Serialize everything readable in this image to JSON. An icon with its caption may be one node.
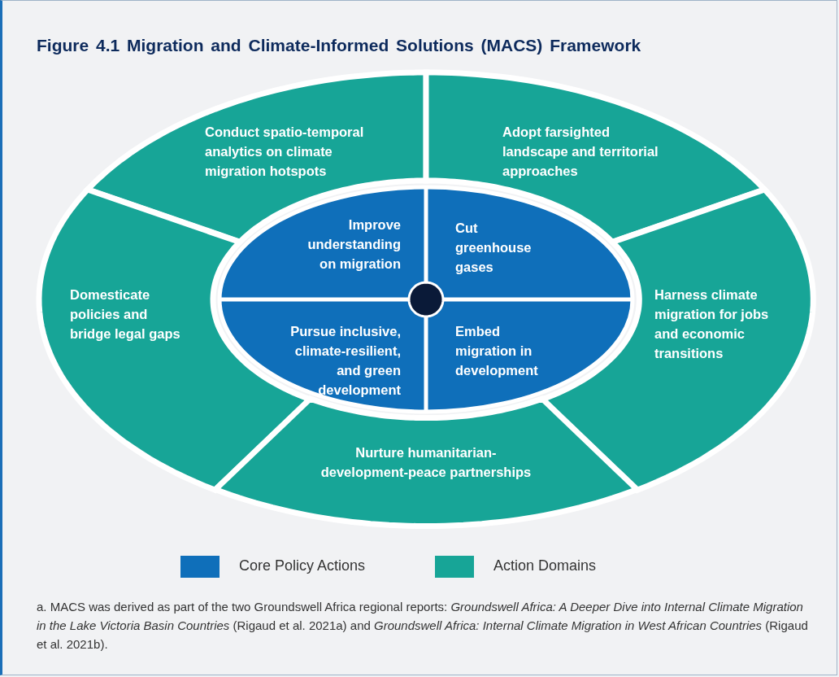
{
  "diagram": {
    "title": "Figure 4.1 Migration and Climate-Informed Solutions (MACS) Framework",
    "caption": "a. MACS was derived as part of the two Groundswell Africa regional reports: *Groundswell Africa: A Deeper Dive into Internal Climate Migration in the Lake Victoria Basin Countries* (Rigaud et al. 2021a) and *Groundswell Africa: Internal Climate Migration in West African Countries* (Rigaud et al. 2021b).",
    "nodes": [
      {
        "text": [
          "Conduct spatio-temporal analytics on climate migration hotspots"
        ]
      },
      {
        "text": [
          "Adopt farsighted landscape and territorial approaches"
        ]
      },
      {
        "text": [
          "Improve understanding on migration"
        ]
      },
      {
        "text": [
          "Cut greenhouse gases"
        ]
      },
      {
        "text": [
          "Domesticate policies and bridge legal gaps"
        ]
      },
      {
        "text": [
          "Harness climate migration for jobs and economic transitions"
        ]
      },
      {
        "text": [
          "Pursue inclusive, climate-resilient, and green development"
        ]
      },
      {
        "text": [
          "Embed migration in development"
        ]
      },
      {
        "text": [
          "Nurture humanitarian-development-peace partnerships"
        ]
      },
      {
        "text": [],
        "shape": "circle"
      }
    ],
    "legend": [
      {
        "text": "Core Policy Actions",
        "color": "#0f6fba"
      },
      {
        "text": "Action Domains",
        "color": "#17a597"
      }
    ]
  }
}
